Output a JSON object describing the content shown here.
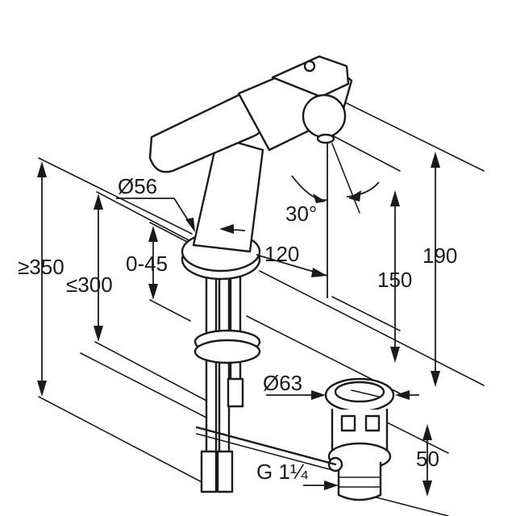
{
  "dimensions": {
    "height_total": "≥350",
    "hose_length": "≤300",
    "deck_thickness": "0-45",
    "base_diameter": "Ø56",
    "spout_reach": "120",
    "swivel_angle": "30°",
    "spout_height": "150",
    "overall_height": "190",
    "waste_diameter": "Ø63",
    "waste_height": "50",
    "waste_thread": "G 1¼"
  }
}
